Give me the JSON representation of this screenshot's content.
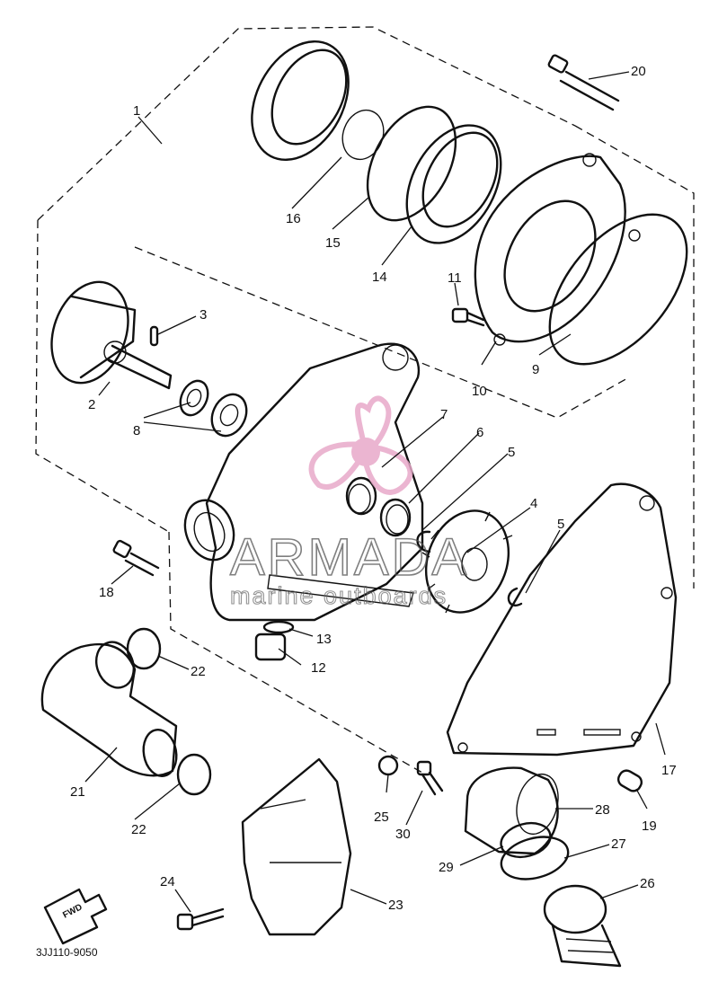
{
  "diagram": {
    "drawing_code": "3JJ110-9050",
    "fwd_label": "FWD",
    "watermark": {
      "brand": "ARMADA",
      "tagline": "marine outboards",
      "color": "#e8a9c9"
    },
    "callouts": [
      {
        "id": "c1",
        "label": "1"
      },
      {
        "id": "c2",
        "label": "2"
      },
      {
        "id": "c3",
        "label": "3"
      },
      {
        "id": "c4",
        "label": "4"
      },
      {
        "id": "c5a",
        "label": "5"
      },
      {
        "id": "c5b",
        "label": "5"
      },
      {
        "id": "c6",
        "label": "6"
      },
      {
        "id": "c7",
        "label": "7"
      },
      {
        "id": "c8",
        "label": "8"
      },
      {
        "id": "c9",
        "label": "9"
      },
      {
        "id": "c10",
        "label": "10"
      },
      {
        "id": "c11",
        "label": "11"
      },
      {
        "id": "c12",
        "label": "12"
      },
      {
        "id": "c13",
        "label": "13"
      },
      {
        "id": "c14",
        "label": "14"
      },
      {
        "id": "c15",
        "label": "15"
      },
      {
        "id": "c16",
        "label": "16"
      },
      {
        "id": "c17",
        "label": "17"
      },
      {
        "id": "c18",
        "label": "18"
      },
      {
        "id": "c19",
        "label": "19"
      },
      {
        "id": "c20",
        "label": "20"
      },
      {
        "id": "c21",
        "label": "21"
      },
      {
        "id": "c22a",
        "label": "22"
      },
      {
        "id": "c22b",
        "label": "22"
      },
      {
        "id": "c23",
        "label": "23"
      },
      {
        "id": "c24",
        "label": "24"
      },
      {
        "id": "c25",
        "label": "25"
      },
      {
        "id": "c26",
        "label": "26"
      },
      {
        "id": "c27",
        "label": "27"
      },
      {
        "id": "c28",
        "label": "28"
      },
      {
        "id": "c29",
        "label": "29"
      },
      {
        "id": "c30",
        "label": "30"
      }
    ]
  }
}
